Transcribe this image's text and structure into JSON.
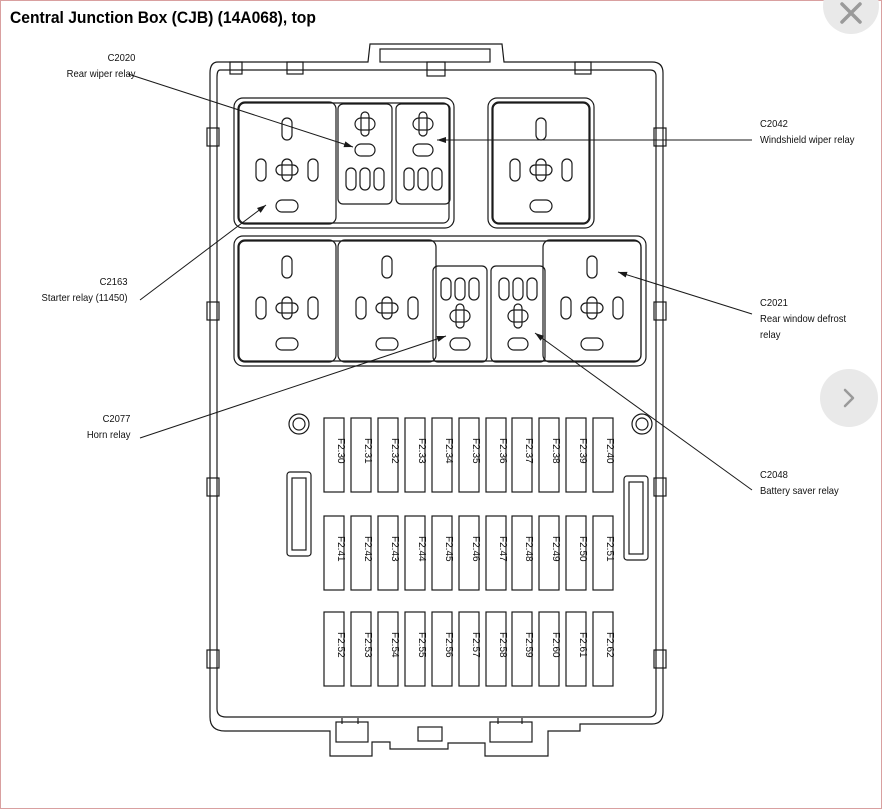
{
  "title": "Central Junction Box (CJB) (14A068), top",
  "labels": {
    "c2020": {
      "code": "C2020",
      "name": "Rear wiper relay"
    },
    "c2042": {
      "code": "C2042",
      "name": "Windshield wiper relay"
    },
    "c2163": {
      "code": "C2163",
      "name": "Starter relay (11450)"
    },
    "c2021": {
      "code": "C2021",
      "name_line1": "Rear window defrost",
      "name_line2": "relay"
    },
    "c2077": {
      "code": "C2077",
      "name": "Horn relay"
    },
    "c2048": {
      "code": "C2048",
      "name": "Battery saver relay"
    }
  },
  "fuses": {
    "row1": [
      "F2.30",
      "F2.31",
      "F2.32",
      "F2.33",
      "F2.34",
      "F2.35",
      "F2.36",
      "F2.37",
      "F2.38",
      "F2.39",
      "F2.40"
    ],
    "row2": [
      "F2.41",
      "F2.42",
      "F2.43",
      "F2.44",
      "F2.45",
      "F2.46",
      "F2.47",
      "F2.48",
      "F2.49",
      "F2.50",
      "F2.51"
    ],
    "row3": [
      "F2.52",
      "F2.53",
      "F2.54",
      "F2.55",
      "F2.56",
      "F2.57",
      "F2.58",
      "F2.59",
      "F2.60",
      "F2.61",
      "F2.62"
    ]
  },
  "icons": {
    "close": "close-icon",
    "next": "chevron-right-icon"
  },
  "colors": {
    "line": "#1a1a1a",
    "button_bg": "#e9e9e9"
  }
}
